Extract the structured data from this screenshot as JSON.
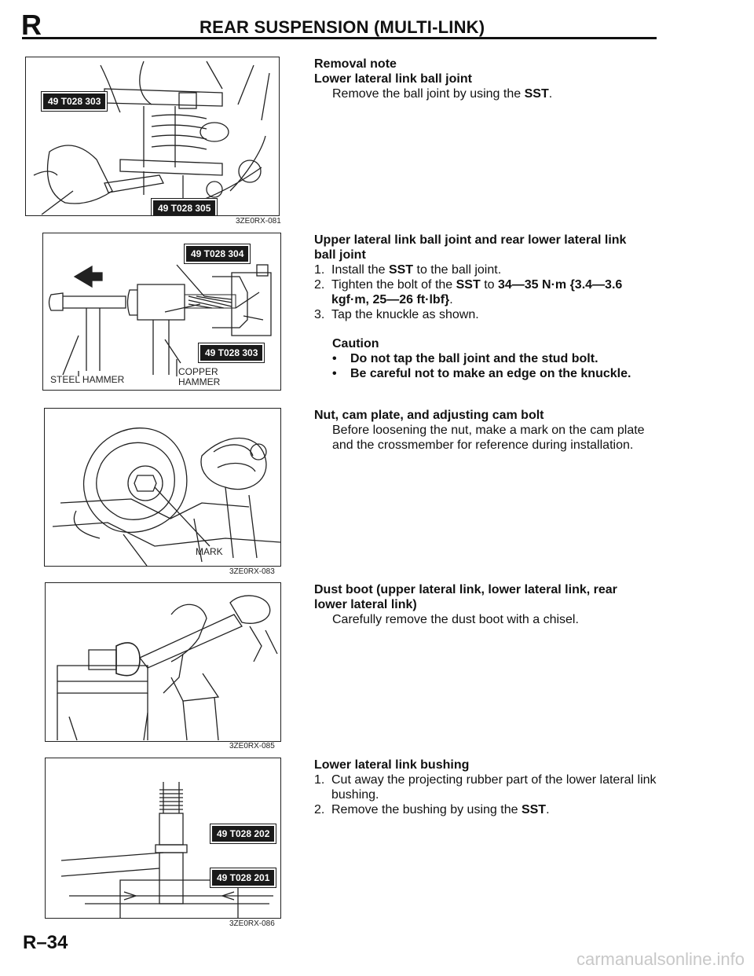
{
  "header": {
    "section_letter": "R",
    "title": "REAR SUSPENSION (MULTI-LINK)"
  },
  "figures": [
    {
      "id": "3ZE0RX-081",
      "tags": [
        "49 T028 303",
        "49 T028 305"
      ]
    },
    {
      "id": "",
      "tags": [
        "49 T028 304",
        "49 T028 303"
      ],
      "labels": {
        "steel": "STEEL HAMMER",
        "copper1": "COPPER",
        "copper2": "HAMMER"
      }
    },
    {
      "id": "3ZE0RX-083",
      "labels": {
        "mark": "MARK"
      }
    },
    {
      "id": "3ZE0RX-085"
    },
    {
      "id": "3ZE0RX-086",
      "tags": [
        "49 T028 202",
        "49 T028 201"
      ]
    }
  ],
  "sections": {
    "s1": {
      "line1": "Removal note",
      "line2": "Lower lateral link ball joint",
      "body_pre": "Remove the ball joint by using the ",
      "body_bold": "SST",
      "body_post": "."
    },
    "s2": {
      "heading1": "Upper lateral link ball joint and rear lower lateral link",
      "heading2": "ball joint",
      "step1_num": "1.",
      "step1_pre": "Install the ",
      "step1_bold": "SST",
      "step1_post": " to the ball joint.",
      "step2_num": "2.",
      "step2_pre": "Tighten the bolt of the ",
      "step2_bold1": "SST",
      "step2_mid": " to ",
      "step2_bold2": "34—35 N·m {3.4—3.6 kgf·m, 25—26 ft·lbf}",
      "step2_post": ".",
      "step3_num": "3.",
      "step3": "Tap the knuckle as shown.",
      "caution": "Caution",
      "bullet1": "Do not tap the ball joint and the stud bolt.",
      "bullet2": "Be careful not to make an edge on the knuckle."
    },
    "s3": {
      "heading": "Nut, cam plate, and adjusting cam bolt",
      "body": "Before loosening the nut, make a mark on the cam plate and the crossmember for reference during installation."
    },
    "s4": {
      "heading1": "Dust boot (upper lateral link, lower lateral link, rear",
      "heading2": "lower lateral link)",
      "body": "Carefully remove the dust boot with a chisel."
    },
    "s5": {
      "heading": "Lower lateral link bushing",
      "step1_num": "1.",
      "step1": "Cut away the projecting rubber part of the lower lateral link bushing.",
      "step2_num": "2.",
      "step2_pre": "Remove the bushing by using the ",
      "step2_bold": "SST",
      "step2_post": "."
    }
  },
  "footer": {
    "page": "R–34",
    "watermark": "carmanualsonline.info"
  }
}
